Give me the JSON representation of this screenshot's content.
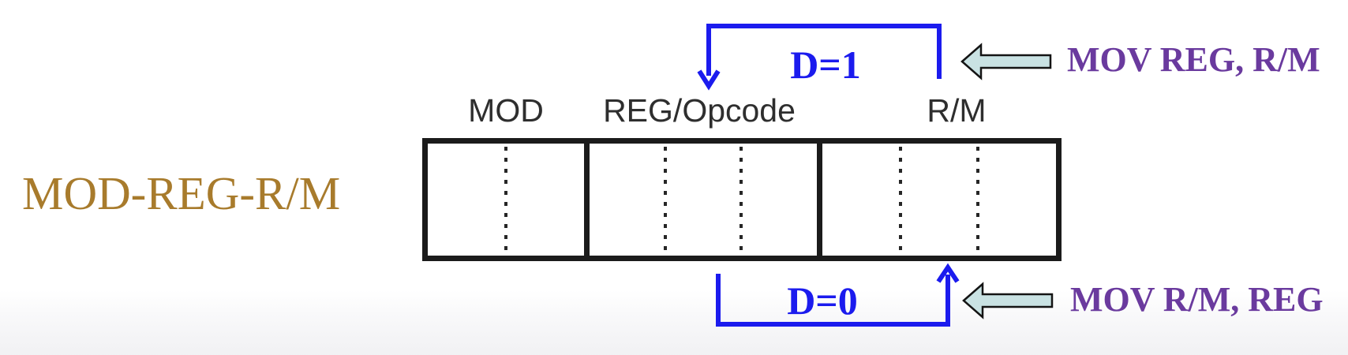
{
  "title": {
    "label": "MOD-REG-R/M"
  },
  "byte_diagram": {
    "fields": [
      {
        "label": "MOD",
        "bits": 2
      },
      {
        "label": "REG/Opcode",
        "bits": 3
      },
      {
        "label": "R/M",
        "bits": 3
      }
    ]
  },
  "annotations": {
    "top": {
      "bit_label": "D=1",
      "instruction": "MOV REG, R/M",
      "meaning": "arrow from R/M field into REG/Opcode field"
    },
    "bottom": {
      "bit_label": "D=0",
      "instruction": "MOV R/M, REG",
      "meaning": "arrow from REG/Opcode field into R/M field"
    }
  },
  "icons": [
    "down-arrowhead-icon",
    "up-arrowhead-icon",
    "left-block-arrow-icon"
  ],
  "colors": {
    "connector_blue": "#1B1BEE",
    "instruction_purple": "#6A3A9E",
    "title_gold": "#A87B2C",
    "block_arrow_fill": "#C9E2E3",
    "block_arrow_outline": "#141414",
    "box_border": "#1B1B1B",
    "field_label_text": "#2E2E2E",
    "background": "#FFFFFF"
  }
}
